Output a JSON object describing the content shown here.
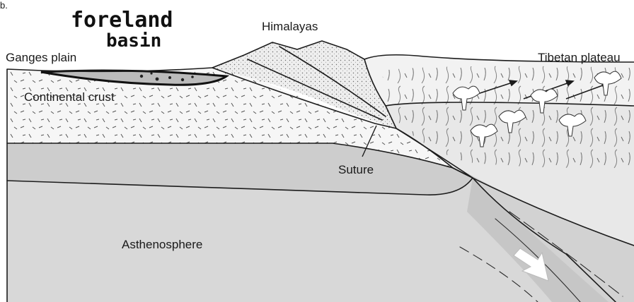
{
  "figure_letter": "b.",
  "annotation": {
    "line1": "foreland",
    "line2": "basin"
  },
  "labels": {
    "ganges_plain": "Ganges plain",
    "himalayas": "Himalayas",
    "tibetan_plateau": "Tibetan plateau",
    "continental_crust": "Continental crust",
    "suture": "Suture",
    "asthenosphere": "Asthenosphere"
  },
  "colors": {
    "lithosphere_gray": "#cfcfcf",
    "asthenosphere_gray": "#d6d6d6",
    "crust_white": "#f7f7f7",
    "plateau_light": "#e4e4e4",
    "line": "#1c1c1c"
  }
}
